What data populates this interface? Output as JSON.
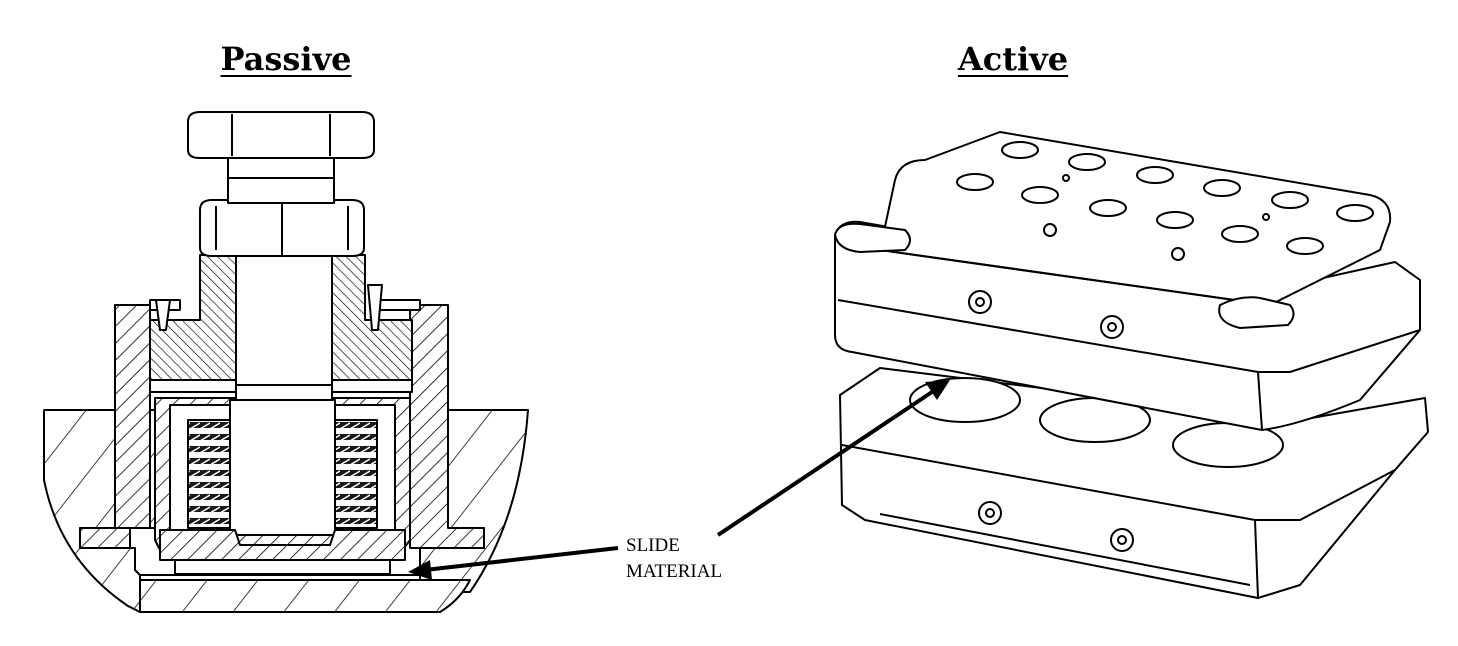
{
  "titles": {
    "passive": "Passive",
    "active": "Active"
  },
  "callout": {
    "line1": "SLIDE",
    "line2": "MATERIAL"
  },
  "colors": {
    "line": "#000000",
    "background": "#ffffff",
    "spring_fill": "#1a1a1a"
  }
}
